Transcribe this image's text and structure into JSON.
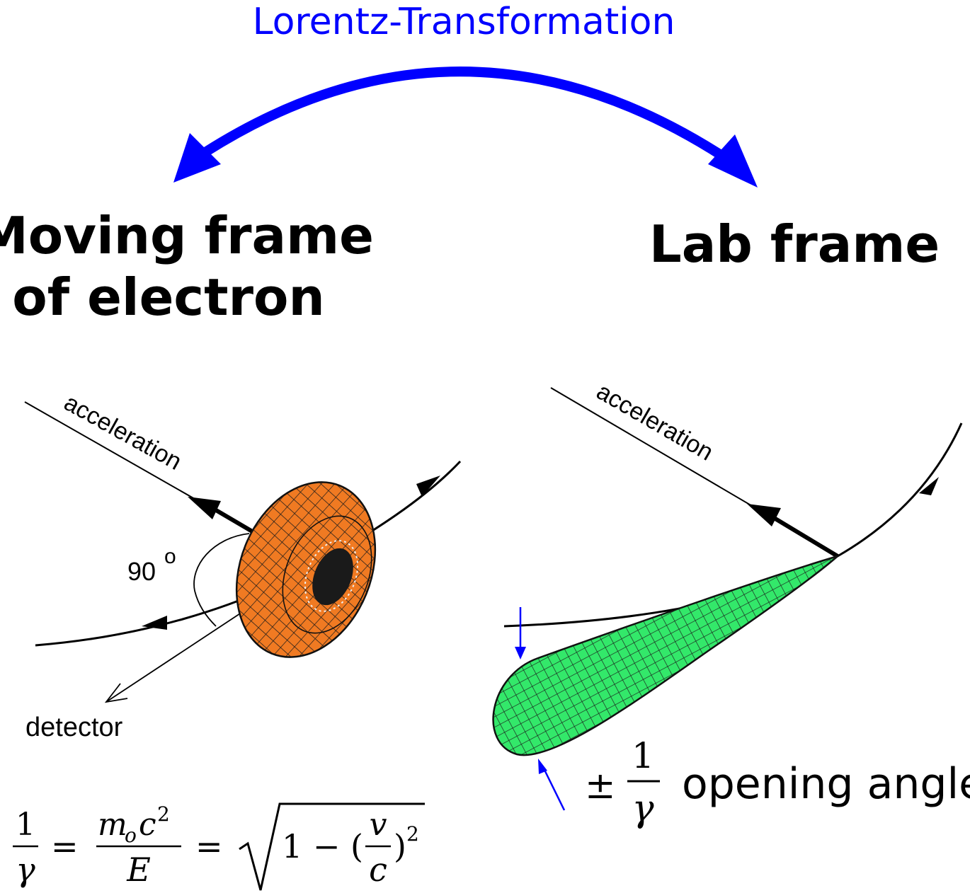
{
  "transform_label": "Lorentz-Transformation",
  "moving_frame": {
    "title_line1": "Moving frame",
    "title_line2": "of electron",
    "acceleration_label": "acceleration",
    "angle_label": "90",
    "angle_superscript": "o",
    "detector_label": "detector"
  },
  "lab_frame": {
    "title": "Lab frame",
    "acceleration_label": "acceleration",
    "pm_symbol": "±",
    "one": "1",
    "gamma": "γ",
    "opening_angle_label": "opening angle"
  },
  "formula": {
    "one": "1",
    "gamma": "γ",
    "eq1": "=",
    "m": "m",
    "o_sub": "o",
    "c": "c",
    "sq": "2",
    "E": "E",
    "eq2": "=",
    "one_minus": "1 − (",
    "v": "v",
    "c2": "c",
    "close_sq": ")",
    "sq2": "2"
  },
  "colors": {
    "transform_arrow": "#0000ff",
    "torus_fill": "#f07a22",
    "lobe_fill": "#33e86a",
    "ink": "#000000"
  }
}
